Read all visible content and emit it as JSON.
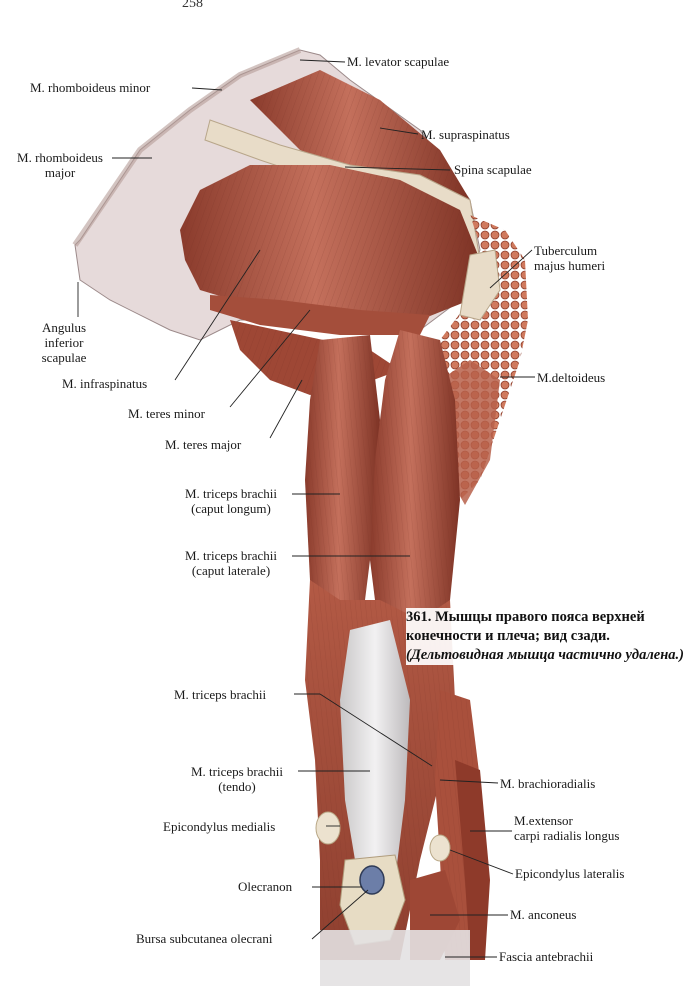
{
  "page_number": "258",
  "labels": {
    "levator": "M. levator scapulae",
    "rhomb_minor": "M. rhomboideus minor",
    "supraspinatus": "M. supraspinatus",
    "rhomb_major_1": "M. rhomboideus",
    "rhomb_major_2": "major",
    "spina": "Spina scapulae",
    "tuberculum_1": "Tuberculum",
    "tuberculum_2": "majus humeri",
    "angulus_1": "Angulus",
    "angulus_2": "inferior",
    "angulus_3": "scapulae",
    "deltoideus": "M.deltoideus",
    "infraspinatus": "M. infraspinatus",
    "teres_minor": "M. teres minor",
    "teres_major": "M. teres major",
    "triceps_long_1": "M. triceps brachii",
    "triceps_long_2": "(caput longum)",
    "triceps_lat_1": "M. triceps brachii",
    "triceps_lat_2": "(caput laterale)",
    "triceps": "M. triceps brachii",
    "triceps_tendo_1": "M. triceps brachii",
    "triceps_tendo_2": "(tendo)",
    "brachioradialis": "M. brachioradialis",
    "epi_medialis": "Epicondylus medialis",
    "extensor_1": "M.extensor",
    "extensor_2": "carpi radialis longus",
    "epi_lateralis": "Epicondylus lateralis",
    "olecranon": "Olecranon",
    "anconeus": "M. anconeus",
    "bursa": "Bursa subcutanea olecrani",
    "fascia": "Fascia antebrachii"
  },
  "caption": {
    "title": "361. Мышцы правого пояса верхней конечности и плеча; вид сзади.",
    "note": "(Дельтовидная мышца частично удалена.)"
  }
}
